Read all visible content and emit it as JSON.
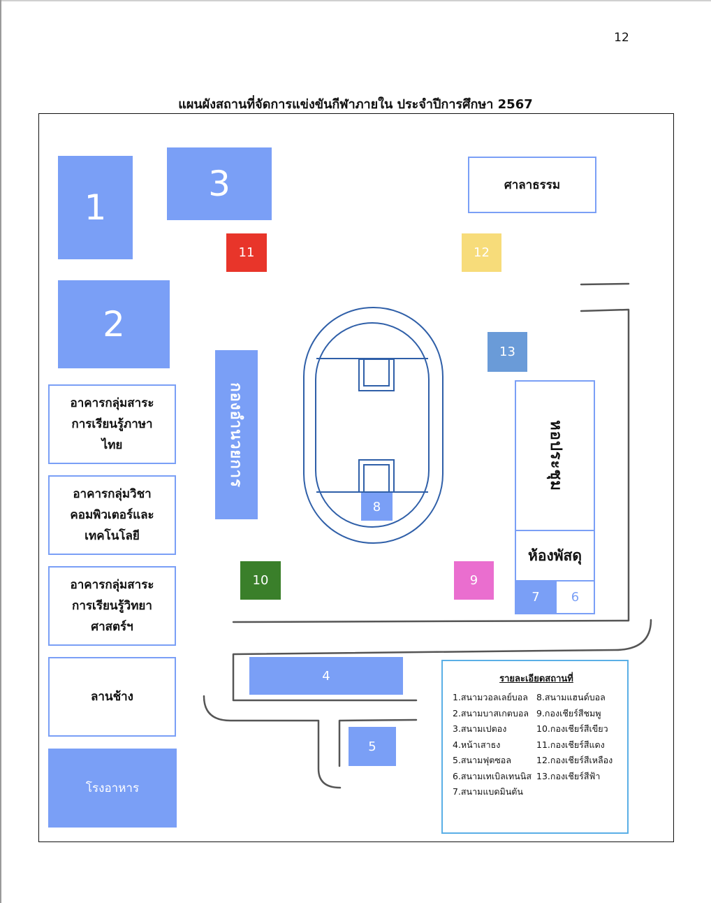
{
  "page_number": "12",
  "title": "แผนผังสถานที่จัดการแข่งขันกีฬาภายใน ประจำปีการศึกษา 2567",
  "colors": {
    "building_blue": "#7a9ff6",
    "cheer_red": "#e8352a",
    "cheer_yellow": "#f7dc7a",
    "cheer_lightblue": "#6a9bd8",
    "cheer_pink": "#ea6ecf",
    "cheer_green": "#3a7f2a",
    "legend_border": "#5aafe6",
    "road": "#555555"
  },
  "zones": {
    "z1": "1",
    "z2": "2",
    "z3": "3",
    "z4": "4",
    "z5": "5",
    "z6": "6",
    "z7": "7",
    "z8": "8",
    "z9": "9",
    "z10": "10",
    "z11": "11",
    "z12": "12",
    "z13": "13"
  },
  "buildings": {
    "thai_building": "อาคารกลุ่มสาระการเรียนรู้ภาษาไทย",
    "computer_building": "อาคารกลุ่มวิชาคอมพิวเตอร์และเทคโนโลยี",
    "science_building": "อาคารกลุ่มสาระการเรียนรู้วิทยาศาสตร์ฯ",
    "lan_chang": "ลานช้าง",
    "canteen": "โรงอาหาร",
    "admin": "กองอำนวยการ",
    "sala": "ศาลาธรรม",
    "hall": "หอประชุม",
    "storage": "ห้องพัสดุ"
  },
  "legend": {
    "title": "รายละเอียดสถานที่",
    "col1": [
      "1.สนามวอลเลย์บอล",
      "2.สนามบาสเกตบอล",
      "3.สนามเปตอง",
      "4.หน้าเสาธง",
      "5.สนามฟุตซอล",
      "6.สนามเทเบิลเทนนิส",
      "7.สนามแบดมินตัน"
    ],
    "col2": [
      "8.สนามแฮนด์บอล",
      "9.กองเชียร์สีชมพู",
      "10.กองเชียร์สีเขียว",
      "11.กองเชียร์สีแดง",
      "12.กองเชียร์สีเหลือง",
      "13.กองเชียร์สีฟ้า"
    ]
  }
}
